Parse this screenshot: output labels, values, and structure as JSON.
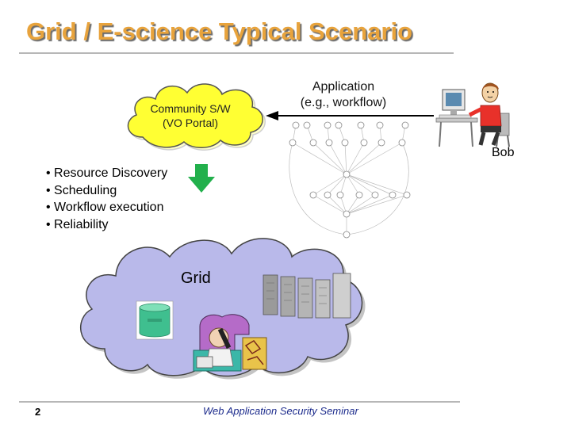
{
  "title": "Grid / E-science Typical Scenario",
  "community_cloud": {
    "line1": "Community S/W",
    "line2": "(VO Portal)"
  },
  "application": {
    "line1": "Application",
    "line2": "(e.g., workflow)"
  },
  "user": {
    "name": "Bob"
  },
  "services": [
    "Resource Discovery",
    "Scheduling",
    "Workflow execution",
    "Reliability"
  ],
  "grid": {
    "label": "Grid"
  },
  "footer": {
    "page_number": "2",
    "text": "Web Application Security Seminar"
  },
  "colors": {
    "title": "#e8a33c",
    "yellow_cloud": "#ffff33",
    "grid_cloud": "#b9b9ea",
    "arrow_green": "#22b04c",
    "footer_text": "#1c2b8c"
  }
}
